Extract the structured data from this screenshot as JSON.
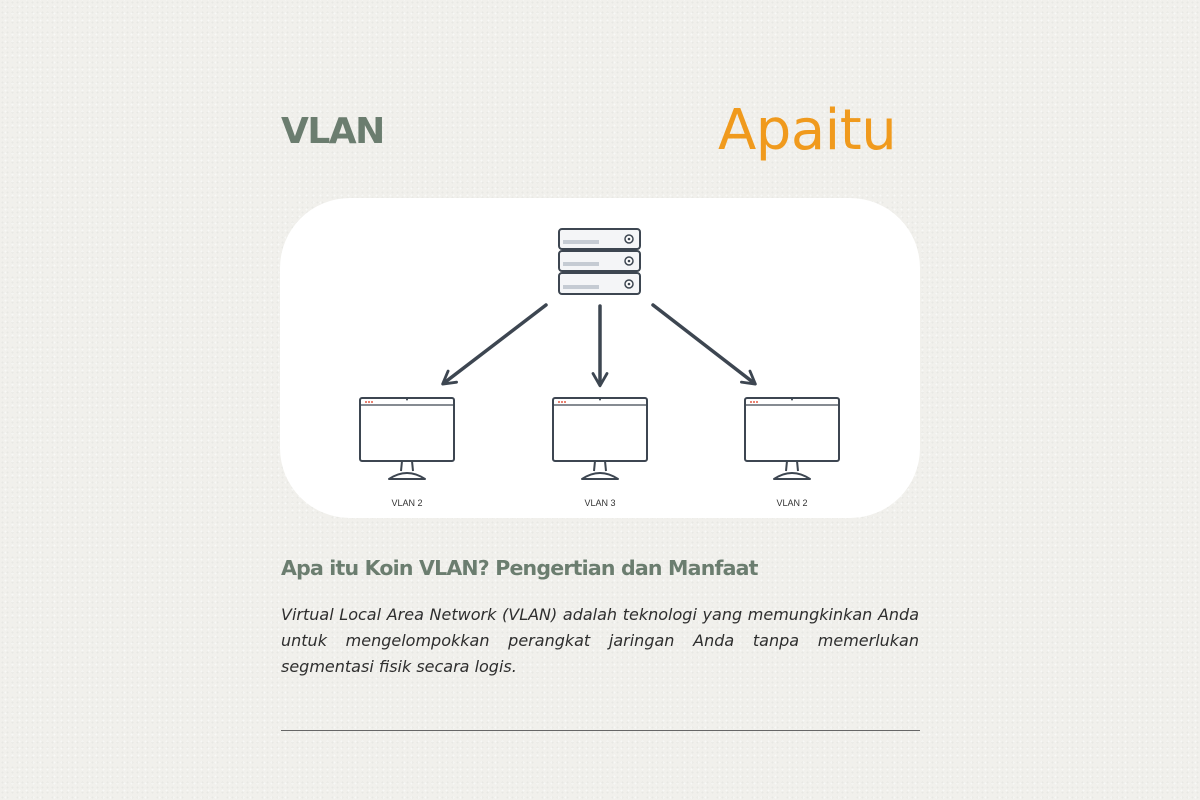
{
  "header": {
    "title": "VLAN",
    "brand_name": "Apaitu"
  },
  "diagram": {
    "devices": [
      {
        "label": "VLAN 2"
      },
      {
        "label": "VLAN 3"
      },
      {
        "label": "VLAN 2"
      }
    ]
  },
  "article": {
    "title": "Apa itu Koin VLAN? Pengertian dan Manfaat",
    "summary": "Virtual Local Area Network (VLAN) adalah teknologi yang memungkinkan Anda untuk mengelompokkan perangkat jaringan Anda tanpa memerlukan segmentasi fisik secara logis."
  },
  "colors": {
    "background": "#f1f0ec",
    "heading": "#6b7d6f",
    "brand": "#f09a1d",
    "card": "#ffffff",
    "diagram_stroke": "#3d4651"
  }
}
